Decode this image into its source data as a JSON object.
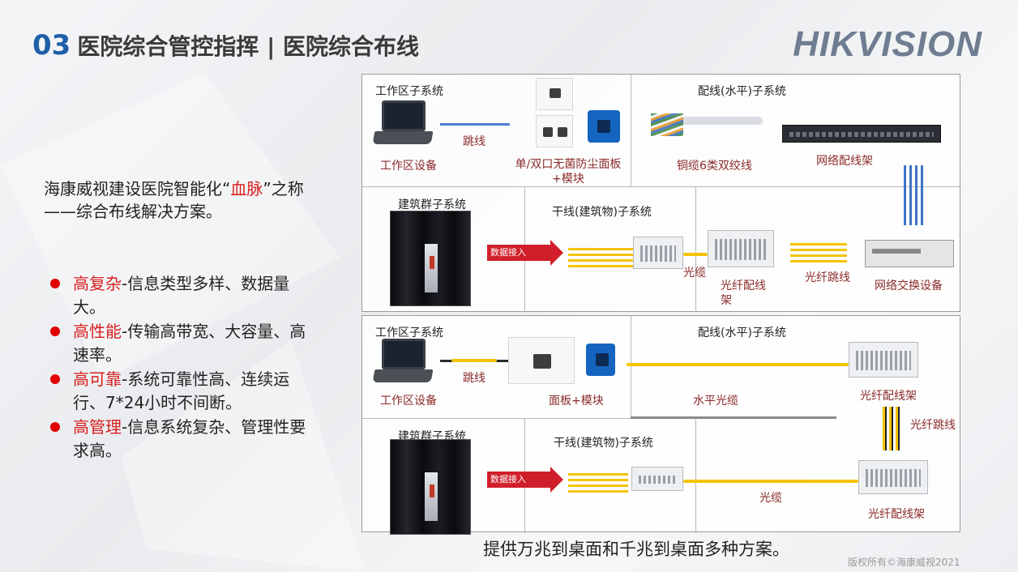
{
  "slide": {
    "number": "03",
    "title": "医院综合管控指挥 | 医院综合布线",
    "logo": "HIKVISION",
    "intro_before": "海康威视建设医院智能化“",
    "intro_highlight": "血脉",
    "intro_after": "”之称——综合布线解决方案。",
    "bullets": [
      {
        "key": "高复杂",
        "text": "-信息类型多样、数据量大。"
      },
      {
        "key": "高性能",
        "text": "-传输高带宽、大容量、高速率。"
      },
      {
        "key": "高可靠",
        "text": "-系统可靠性高、连续运行、7*24小时不间断。"
      },
      {
        "key": "高管理",
        "text": "-信息系统复杂、管理性要求高。"
      }
    ],
    "bottom_note": "提供万兆到桌面和千兆到桌面多种方案。",
    "copyright": "版权所有©海康威视2021"
  },
  "diagram_top": {
    "work_area": "工作区子系统",
    "horizontal": "配线(水平)子系统",
    "patch_cord": "跳线",
    "work_device": "工作区设备",
    "faceplate": "单/双口无菌防尘面板+模块",
    "copper": "铜缆6类双绞线",
    "patch_panel": "网络配线架",
    "building_group": "建筑群子系统",
    "trunk": "干线(建筑物)子系统",
    "data_access": "数据接入",
    "fiber": "光缆",
    "odf": "光纤配线架",
    "fiber_jumper": "光纤跳线",
    "switch": "网络交换设备"
  },
  "diagram_bottom": {
    "work_area": "工作区子系统",
    "horizontal": "配线(水平)子系统",
    "patch_cord": "跳线",
    "work_device": "工作区设备",
    "faceplate": "面板+模块",
    "horizontal_fiber": "水平光缆",
    "odf_top": "光纤配线架",
    "fiber_jumper": "光纤跳线",
    "building_group": "建筑群子系统",
    "trunk": "干线(建筑物)子系统",
    "data_access": "数据接入",
    "fiber": "光缆",
    "odf_bottom": "光纤配线架"
  }
}
